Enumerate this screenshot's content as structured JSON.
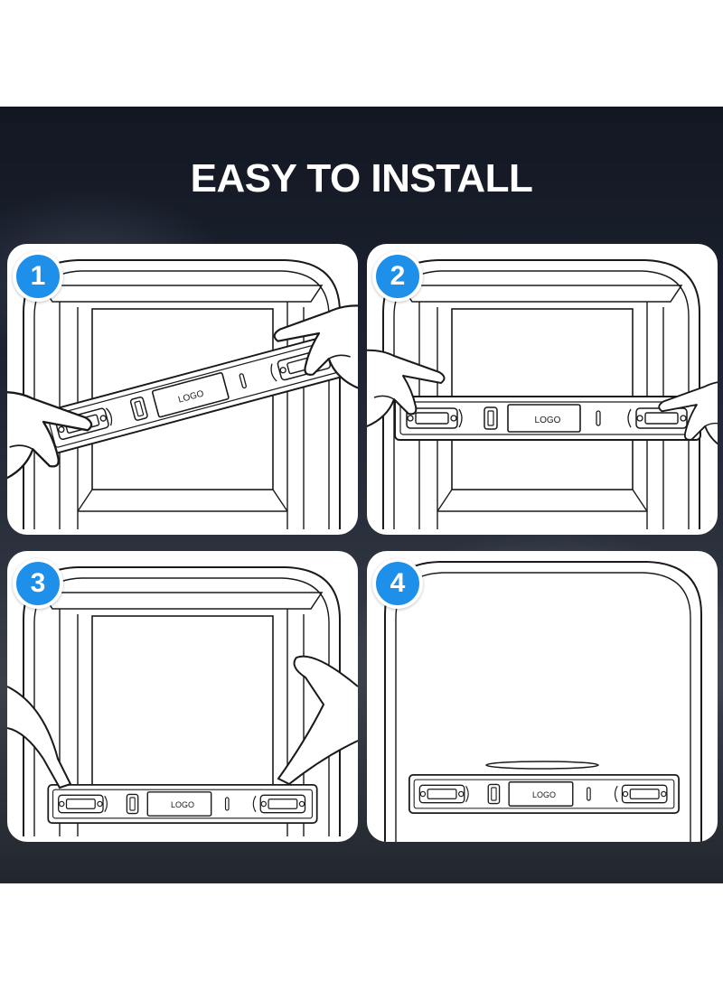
{
  "title": "EASY TO INSTALL",
  "steps": [
    {
      "number": "1",
      "logo_label": "LOGO"
    },
    {
      "number": "2",
      "logo_label": "LOGO"
    },
    {
      "number": "3",
      "logo_label": "LOGO"
    },
    {
      "number": "4",
      "logo_label": "LOGO"
    }
  ],
  "colors": {
    "badge": "#1e90ea",
    "banner_dark": "#121722",
    "title_text": "#ffffff",
    "line_art": "#1a1a1a"
  }
}
